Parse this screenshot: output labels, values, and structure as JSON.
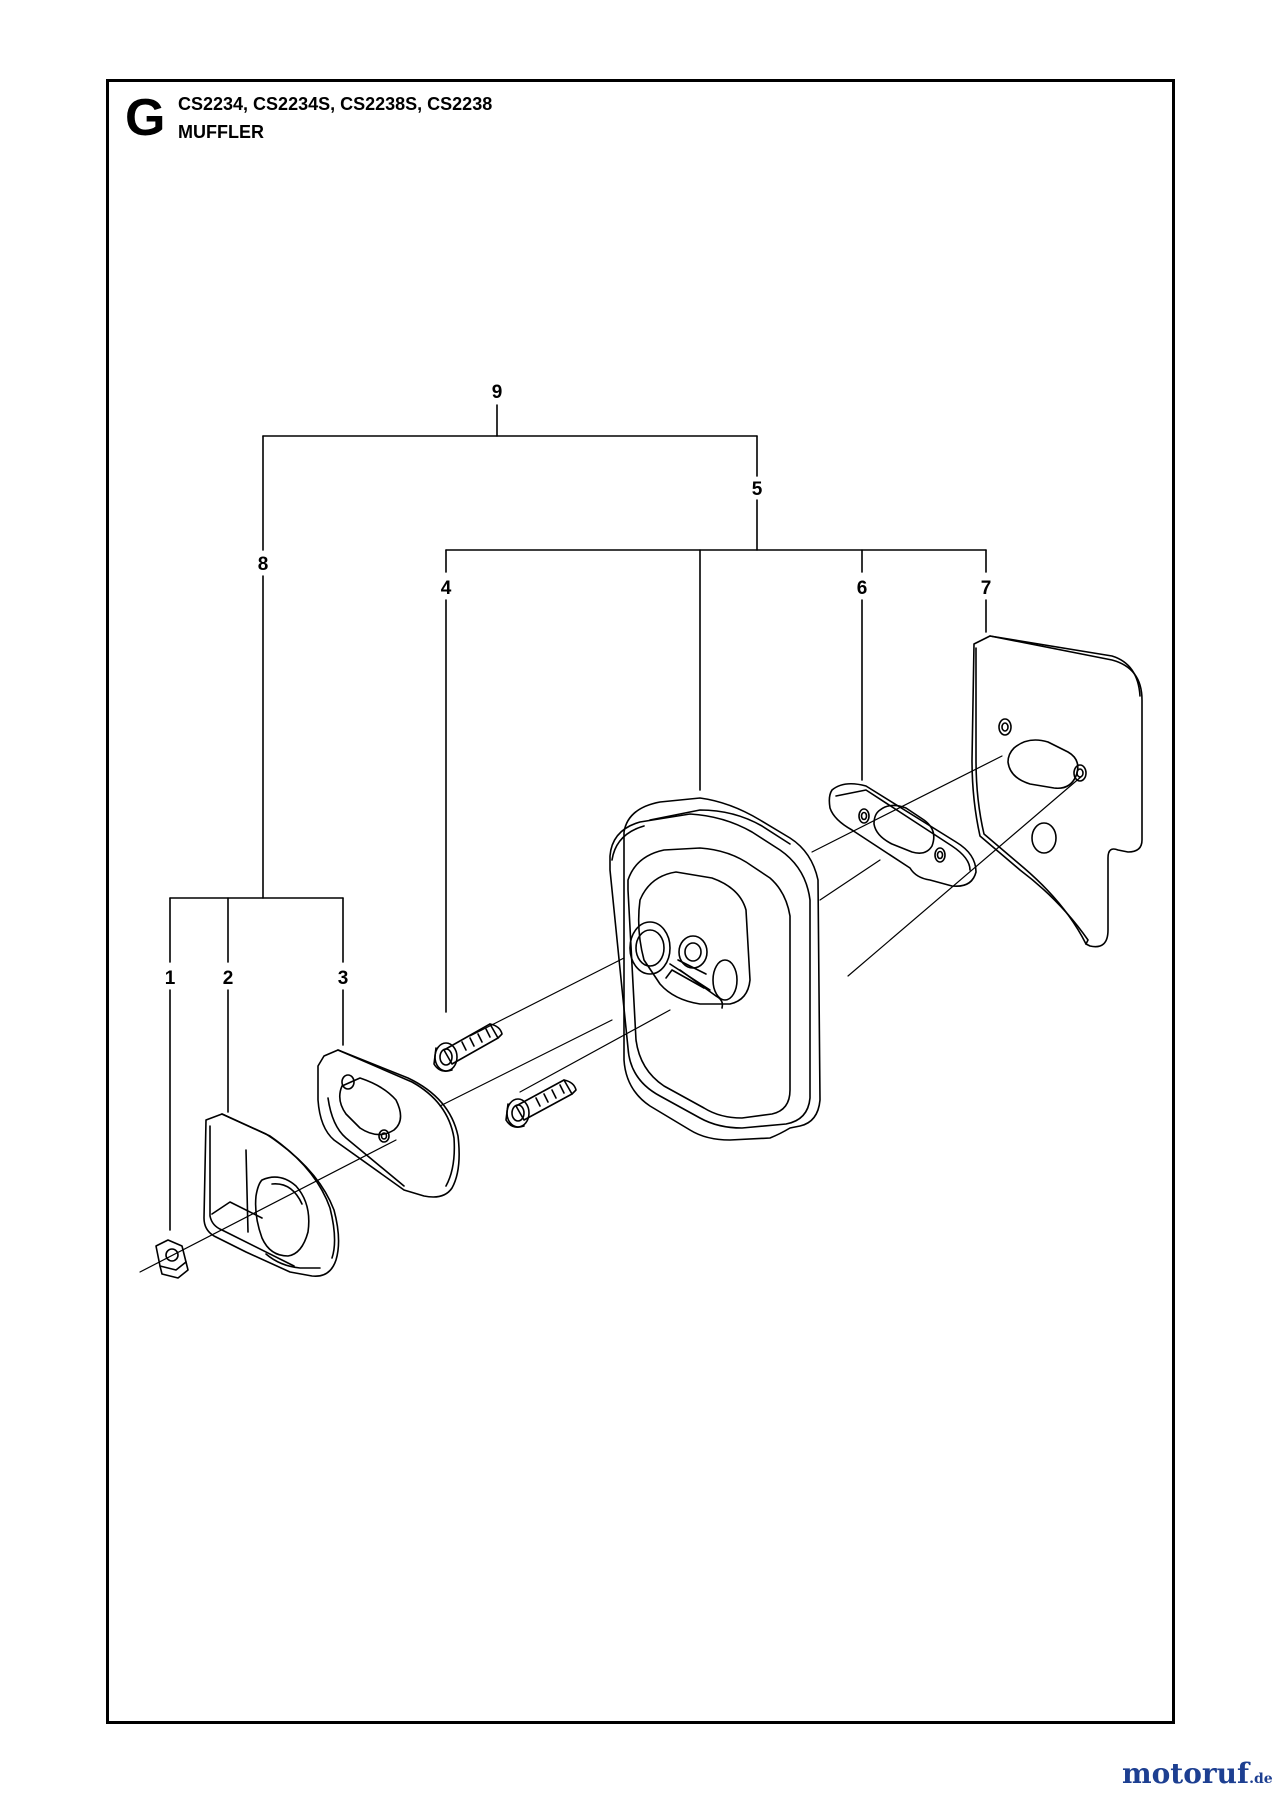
{
  "header": {
    "section_letter": "G",
    "models": "CS2234, CS2234S, CS2238S, CS2238",
    "title": "MUFFLER"
  },
  "callouts": {
    "c1": "1",
    "c2": "2",
    "c3": "3",
    "c4": "4",
    "c5": "5",
    "c6": "6",
    "c7": "7",
    "c8": "8",
    "c9": "9"
  },
  "watermark": {
    "main": "motoruf",
    "tld": ".de"
  },
  "colors": {
    "line": "#000000",
    "background": "#ffffff",
    "watermark_blue": "#1d3f91",
    "watermark_red": "#d42020"
  }
}
